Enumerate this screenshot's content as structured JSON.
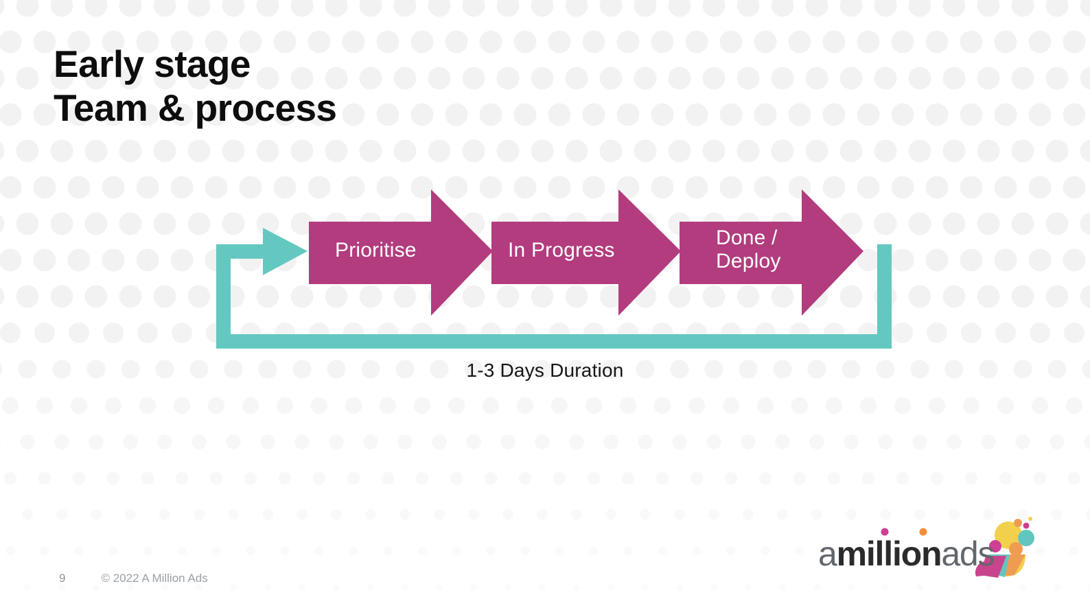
{
  "slide": {
    "page_number": "9",
    "copyright": "© 2022 A Million Ads",
    "background_color": "#ffffff",
    "dot_color": "#f2f2f2"
  },
  "title": {
    "line1": "Early stage",
    "line2": "Team & process",
    "color": "#0d0d0d"
  },
  "diagram": {
    "type": "process-flow",
    "accent_color": "#b23c7e",
    "loop_color": "#63c8c0",
    "caption": "1-3 Days Duration",
    "steps": [
      {
        "label": "Prioritise",
        "shape": "chevron-arrow",
        "color": "#b23c7e"
      },
      {
        "label": "In Progress",
        "shape": "chevron-arrow",
        "color": "#b23c7e"
      },
      {
        "label": "Done /\nDeploy",
        "shape": "chevron-arrow",
        "color": "#b23c7e"
      }
    ],
    "feedback_loop": {
      "description": "loop arrow returning from Done / Deploy back to Prioritise",
      "color": "#63c8c0"
    }
  },
  "logo": {
    "word_part1": "a",
    "word_part2": "million",
    "word_part3": "ads",
    "colors": {
      "light_text": "#63676b",
      "bold_text": "#2b2b2b",
      "dot_magenta": "#cf3f93",
      "dot_orange": "#ef8f3c",
      "mark_magenta": "#c9448c",
      "mark_teal": "#62c6c0",
      "mark_yellow": "#f2d04b",
      "mark_orange": "#ef9c52"
    }
  }
}
